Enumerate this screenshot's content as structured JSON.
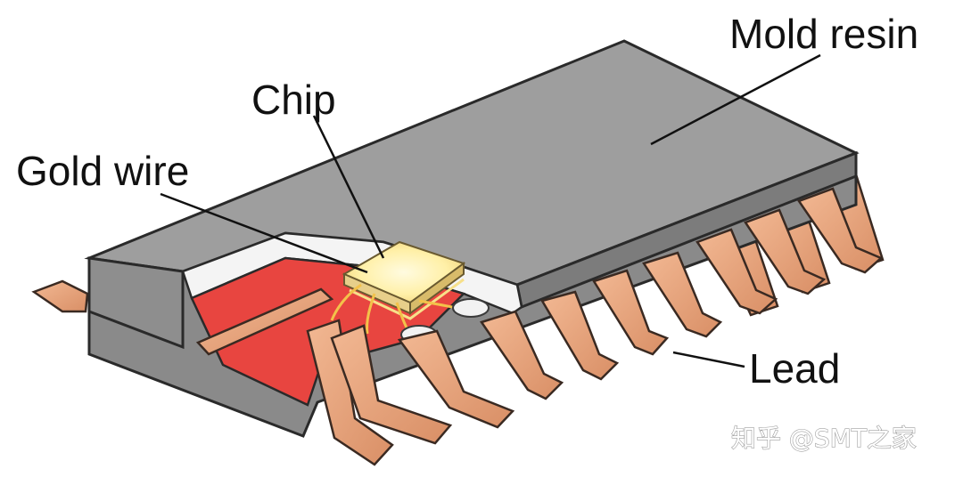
{
  "labels": {
    "mold_resin": "Mold resin",
    "chip": "Chip",
    "gold_wire": "Gold wire",
    "lead": "Lead"
  },
  "watermark": {
    "text": "知乎 @SMT之家"
  },
  "colors": {
    "mold_top": "#9c9c9c",
    "mold_side": "#7a7a7a",
    "mold_outline": "#2a2a2a",
    "lead_copper": "#e4a27a",
    "lead_outline": "#3a2a22",
    "die_pad": "#e84540",
    "chip_glow": "#fff4b0",
    "gold_wire": "#f3c24a"
  }
}
